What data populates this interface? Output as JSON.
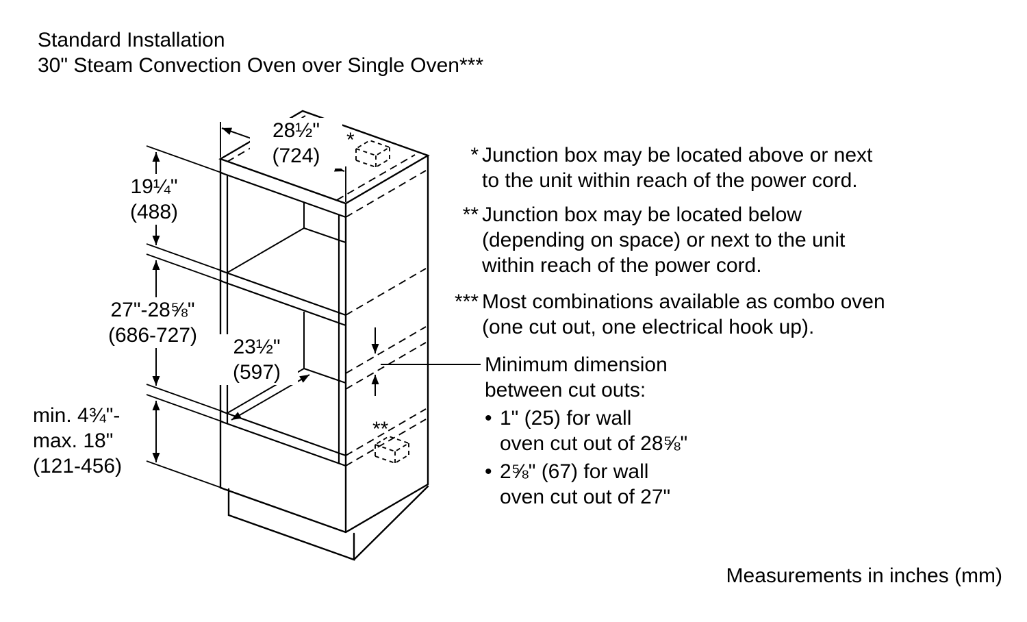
{
  "title": {
    "line1": "Standard Installation",
    "line2": "30\" Steam Convection Oven over Single Oven***"
  },
  "diagram": {
    "dim_width_in": "28½\"",
    "dim_width_mm": "(724)",
    "marker_top_junction": "*",
    "dim_upper_in": "19¼\"",
    "dim_upper_mm": "(488)",
    "dim_lower_in": "27\"-28⅝\"",
    "dim_lower_mm": "(686-727)",
    "dim_depth_in": "23½\"",
    "dim_depth_mm": "(597)",
    "dim_bottom_l1": "min. 4¾\"-",
    "dim_bottom_l2": "max. 18\"",
    "dim_bottom_l3": "(121-456)",
    "marker_lower_junction": "**"
  },
  "notes": [
    {
      "marker": "*",
      "lines": [
        "Junction box may be located above or next",
        "to the unit within reach of the power cord."
      ]
    },
    {
      "marker": "**",
      "lines": [
        "Junction box may be located below",
        "(depending on space) or next to the unit",
        "within reach of the power cord."
      ]
    },
    {
      "marker": "***",
      "lines": [
        "Most combinations available as combo oven",
        "(one cut out, one electrical hook up)."
      ]
    }
  ],
  "min_dimension": {
    "title_line1": "Minimum dimension",
    "title_line2": "between cut outs:",
    "items": [
      {
        "bullet": "•",
        "line1": "1\" (25) for wall",
        "line2": "oven cut out of 28⅝\""
      },
      {
        "bullet": "•",
        "line1": "2⅝\" (67) for wall",
        "line2": "oven cut out of 27\""
      }
    ]
  },
  "footer": "Measurements in inches (mm)"
}
